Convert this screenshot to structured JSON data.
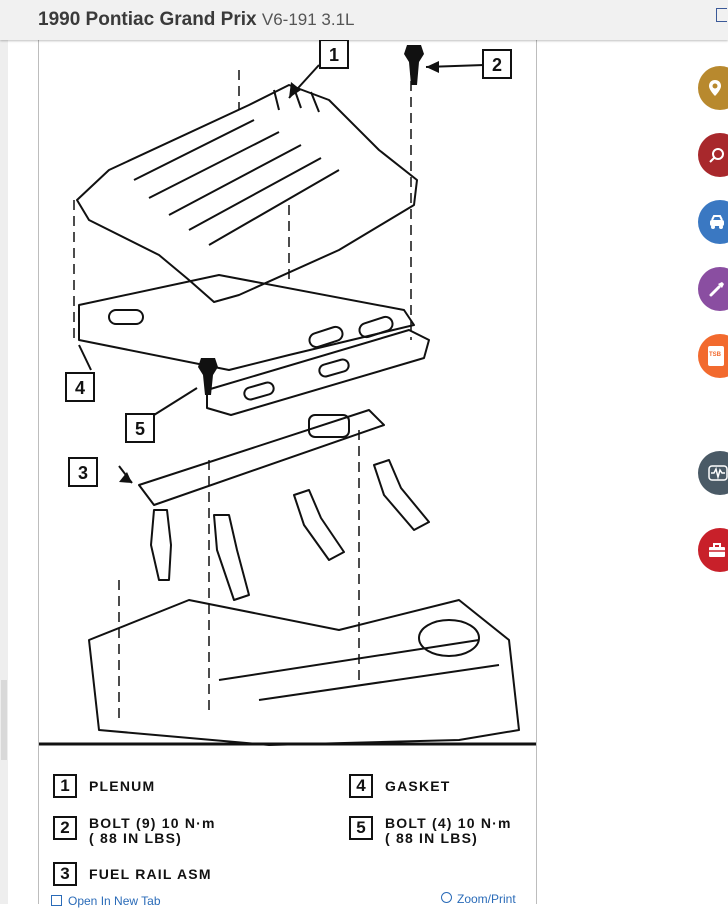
{
  "header": {
    "title": "1990 Pontiac Grand Prix",
    "engine": "V6-191 3.1L"
  },
  "diagram": {
    "callouts": [
      "1",
      "2",
      "3",
      "4",
      "5"
    ]
  },
  "legend": [
    {
      "num": "1",
      "lines": [
        "PLENUM"
      ]
    },
    {
      "num": "2",
      "lines": [
        "BOLT (9) 10 N·m",
        "( 88 IN LBS)"
      ]
    },
    {
      "num": "3",
      "lines": [
        "FUEL RAIL ASM"
      ]
    },
    {
      "num": "4",
      "lines": [
        "GASKET"
      ]
    },
    {
      "num": "5",
      "lines": [
        "BOLT (4) 10 N·m",
        "( 88 IN LBS)"
      ]
    }
  ],
  "bottom_bar": {
    "open_new_tab": "Open In New Tab",
    "zoom_print": "Zoom/Print"
  },
  "side_rail": {
    "buttons": [
      {
        "icon": "location-pin-icon",
        "color": "#b8892e"
      },
      {
        "icon": "wrench-cog-icon",
        "color": "#a8282c"
      },
      {
        "icon": "vehicle-icon",
        "color": "#3a78c2"
      },
      {
        "icon": "tools-icon",
        "color": "#8a4ea1"
      },
      {
        "icon": "tsb-document-icon",
        "color": "#f26a2e",
        "label": "TSB"
      },
      {
        "icon": "waveform-icon",
        "color": "#4a5a66"
      },
      {
        "icon": "toolbox-icon",
        "color": "#c8202a"
      }
    ],
    "top_partial": {
      "icon": "partial-icon",
      "color": "#3d8a3d"
    }
  }
}
